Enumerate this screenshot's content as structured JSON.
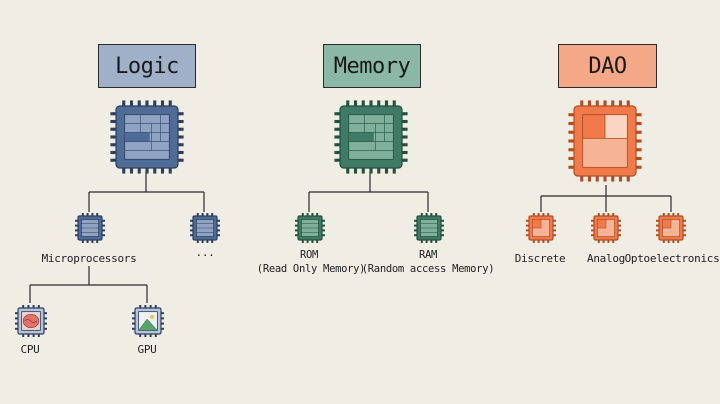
{
  "categories": [
    {
      "id": "logic",
      "title": "Logic",
      "color": "#9fb0c8"
    },
    {
      "id": "memory",
      "title": "Memory",
      "color": "#8ab7a6"
    },
    {
      "id": "dao",
      "title": "DAO",
      "color": "#f4a888"
    }
  ],
  "nodes": {
    "microprocessors": "Microprocessors",
    "logic_more": "...",
    "rom": "ROM",
    "rom_full": "(Read Only Memory)",
    "ram": "RAM",
    "ram_full": "(Random access Memory)",
    "discrete": "Discrete",
    "analog": "Analog",
    "optoelectronics": "Optoelectronics",
    "cpu": "CPU",
    "gpu": "GPU"
  },
  "palette": {
    "logic_chip": "#4f6b97",
    "logic_die": "#8fa4c3",
    "memory_chip": "#3f7a65",
    "memory_die": "#7fb09b",
    "dao_chip": "#f07a4a",
    "dao_die": "#f7b395",
    "line": "#2b2b2b"
  }
}
